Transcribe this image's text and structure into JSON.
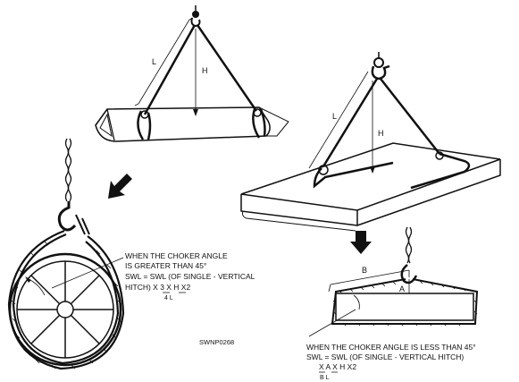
{
  "dimensions": {
    "top_left": {
      "length": "L",
      "height": "H"
    },
    "top_right": {
      "length": "L",
      "height": "H"
    },
    "bottom_right": {
      "width": "B",
      "angle": "A"
    }
  },
  "note_left": {
    "line1": "WHEN THE CHOKER ANGLE",
    "line2": "IS GREATER THAN 45°",
    "line3": "SWL = SWL (OF SINGLE - VERTICAL",
    "line4": "HITCH) X 3 X H X2",
    "frac_den": "4    L"
  },
  "note_right": {
    "line1": "WHEN THE CHOKER ANGLE IS LESS THAN 45°",
    "line2": "SWL = SWL (OF SINGLE - VERTICAL HITCH)",
    "line3": "X A X H X2",
    "frac_den": "B   L"
  },
  "figure_code": "SWNP0268"
}
